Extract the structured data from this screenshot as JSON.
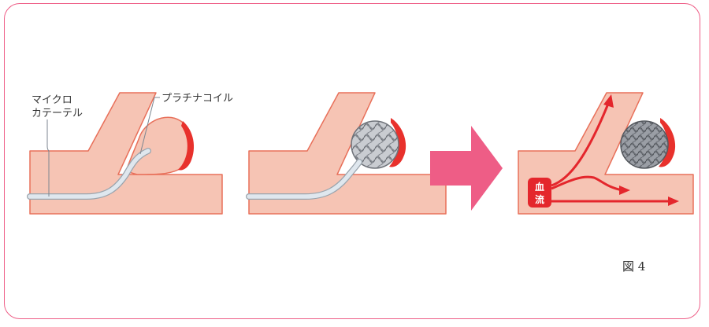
{
  "labels": {
    "microcatheter_line1": "マイクロ",
    "microcatheter_line2": "カテーテル",
    "platinum_coil": "プラチナコイル",
    "blood_flow_char1": "血",
    "blood_flow_char2": "流"
  },
  "caption": "図 4",
  "colors": {
    "frame": "#ee5d86",
    "vessel_fill": "#f6c4b4",
    "vessel_outline": "#e8705a",
    "aneurysm_wall": "#e8312c",
    "catheter_fill": "#dfe7ee",
    "coil_gray": "#8b8f96",
    "arrow_pink": "#ee5d86",
    "flow_red": "#e4262c"
  }
}
